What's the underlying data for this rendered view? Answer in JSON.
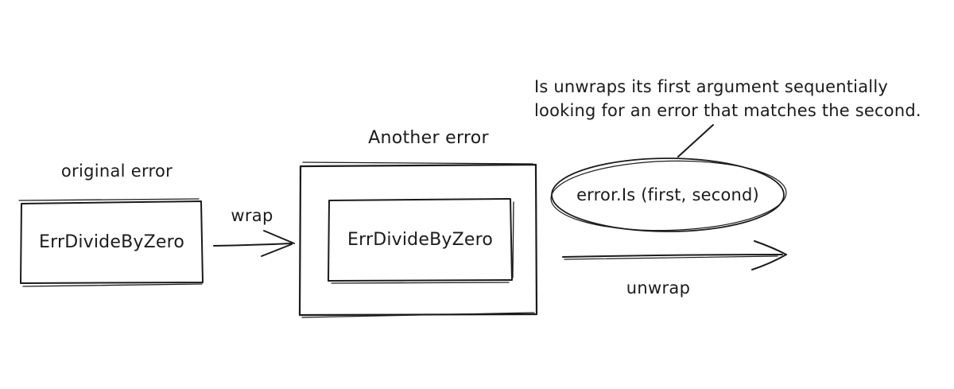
{
  "diagram": {
    "colors": {
      "background": "#ffffff",
      "ink": "#1b1b1b"
    },
    "original": {
      "label": "original error",
      "box_text": "ErrDivideByZero"
    },
    "wrap_arrow": {
      "label": "wrap"
    },
    "wrapped": {
      "label": "Another error",
      "box_text": "ErrDivideByZero"
    },
    "annotation": {
      "line1": "Is unwraps its first argument sequentially",
      "line2": "looking for an error that matches the second."
    },
    "error_is": {
      "text": "error.Is (first, second)"
    },
    "unwrap_arrow": {
      "label": "unwrap"
    }
  }
}
